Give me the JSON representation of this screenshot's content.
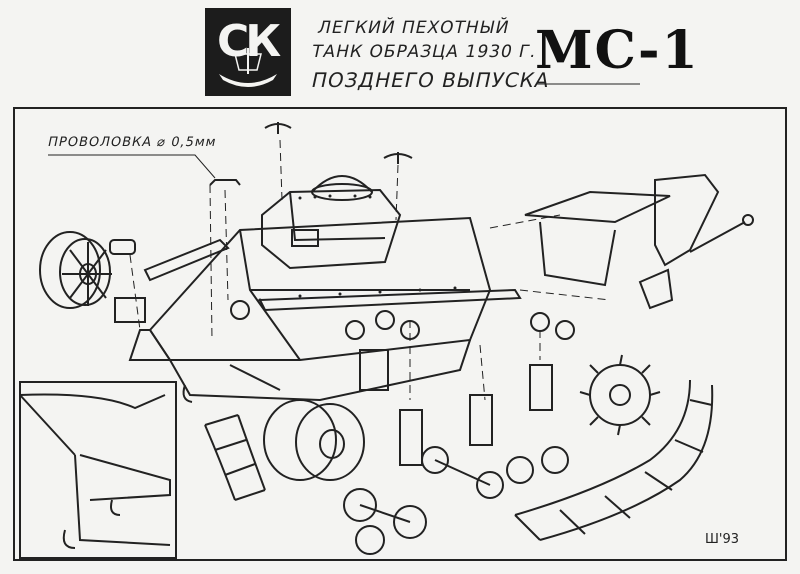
{
  "logo": {
    "letters": "СК"
  },
  "title": {
    "line1": "ЛЕГКИЙ ПЕХОТНЫЙ",
    "line2": "ТАНК ОБРАЗЦА 1930 Г.",
    "line3": "ПОЗДНЕГО ВЫПУСКА"
  },
  "model": "МС-1",
  "callout": "ПРОВОЛОВКА ⌀ 0,5мм",
  "signature": "Ш'93"
}
